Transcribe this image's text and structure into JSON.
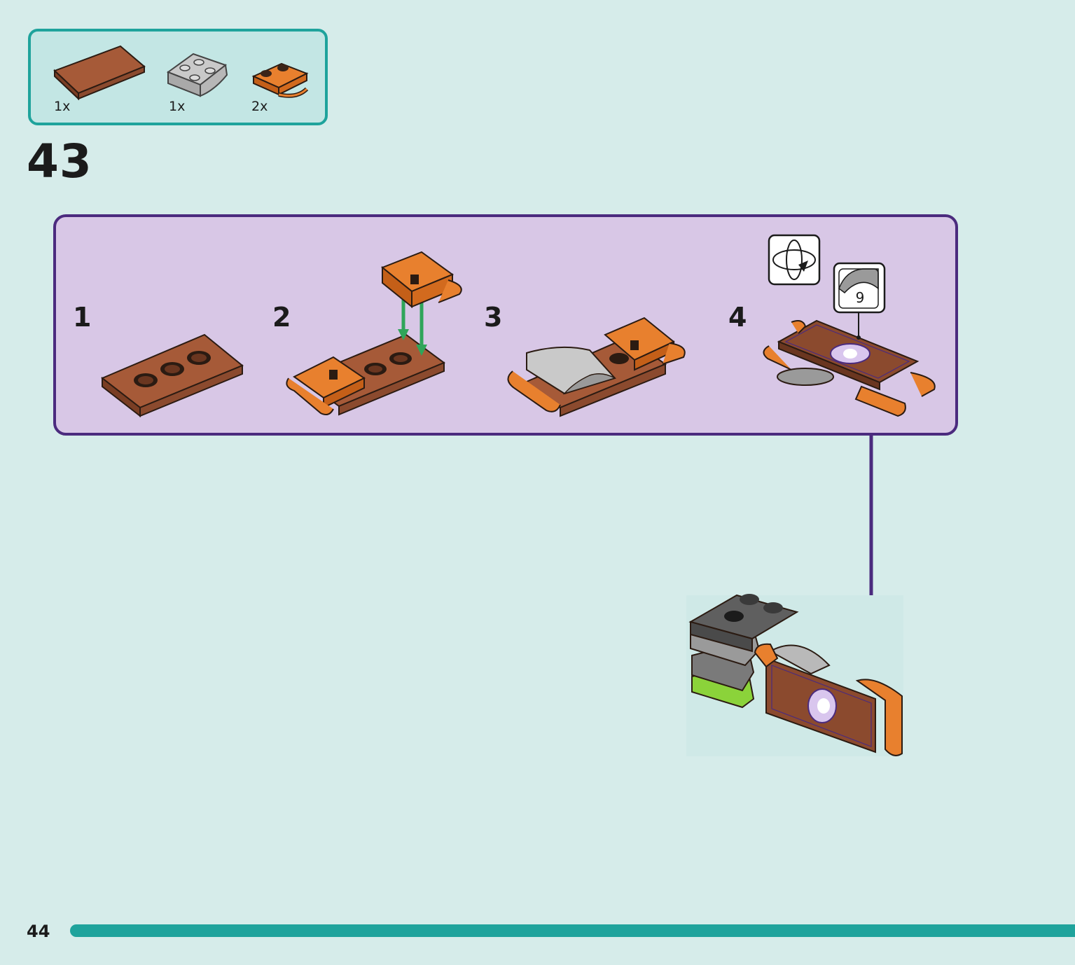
{
  "parts_callout": {
    "items": [
      {
        "name": "reddish-brown-tile",
        "quantity": "1x"
      },
      {
        "name": "gray-inverted-slope",
        "quantity": "1x"
      },
      {
        "name": "orange-handle-plate",
        "quantity": "2x"
      }
    ]
  },
  "step": {
    "number": "43"
  },
  "subassembly": {
    "substeps": [
      {
        "number": "1"
      },
      {
        "number": "2"
      },
      {
        "number": "3"
      },
      {
        "number": "4"
      }
    ],
    "sticker": {
      "number": "9"
    },
    "rotate_icon": "rotate-model-icon"
  },
  "page": {
    "number": "44"
  },
  "colors": {
    "background": "#d6ecea",
    "parts_border": "#1fa39c",
    "subassembly_fill": "#d8c7e6",
    "subassembly_border": "#4b2b7e",
    "reddish_brown": "#8b4a2e",
    "orange": "#e0701e",
    "arrow_green": "#2fa55a",
    "progress": "#1fa39c"
  }
}
